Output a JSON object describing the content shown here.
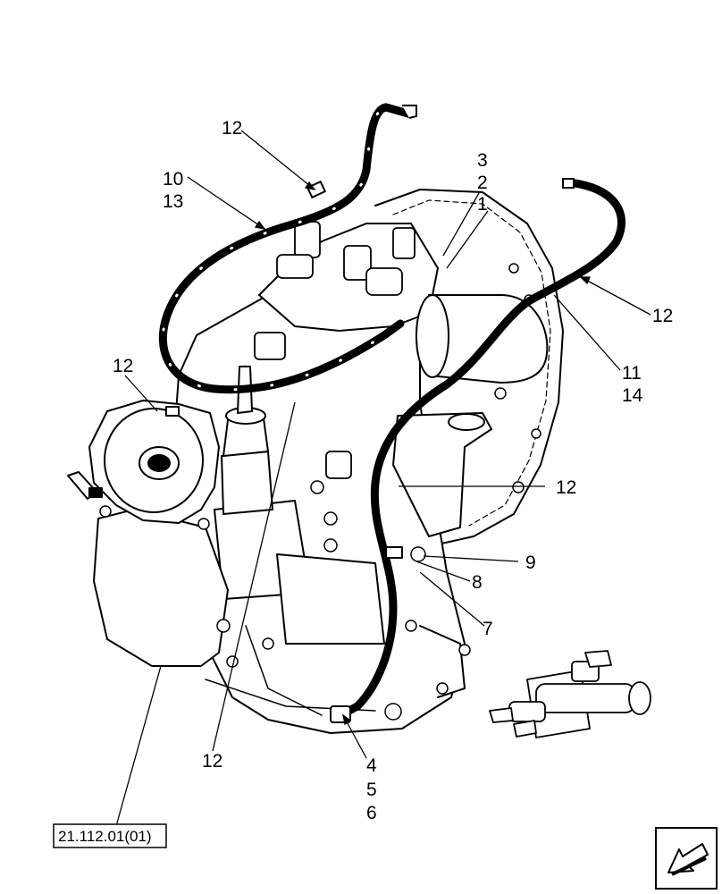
{
  "callouts": {
    "c1": "1",
    "c2": "2",
    "c3": "3",
    "c4": "4",
    "c5": "5",
    "c6": "6",
    "c7": "7",
    "c8": "8",
    "c9": "9",
    "c10": "10",
    "c13": "13",
    "c11": "11",
    "c14": "14",
    "c12_top": "12",
    "c12_right": "12",
    "c12_left": "12",
    "c12_mid": "12",
    "c12_bottom": "12"
  },
  "reference": "21.112.01(01)",
  "nav_icon": "next-page-arrow-icon"
}
